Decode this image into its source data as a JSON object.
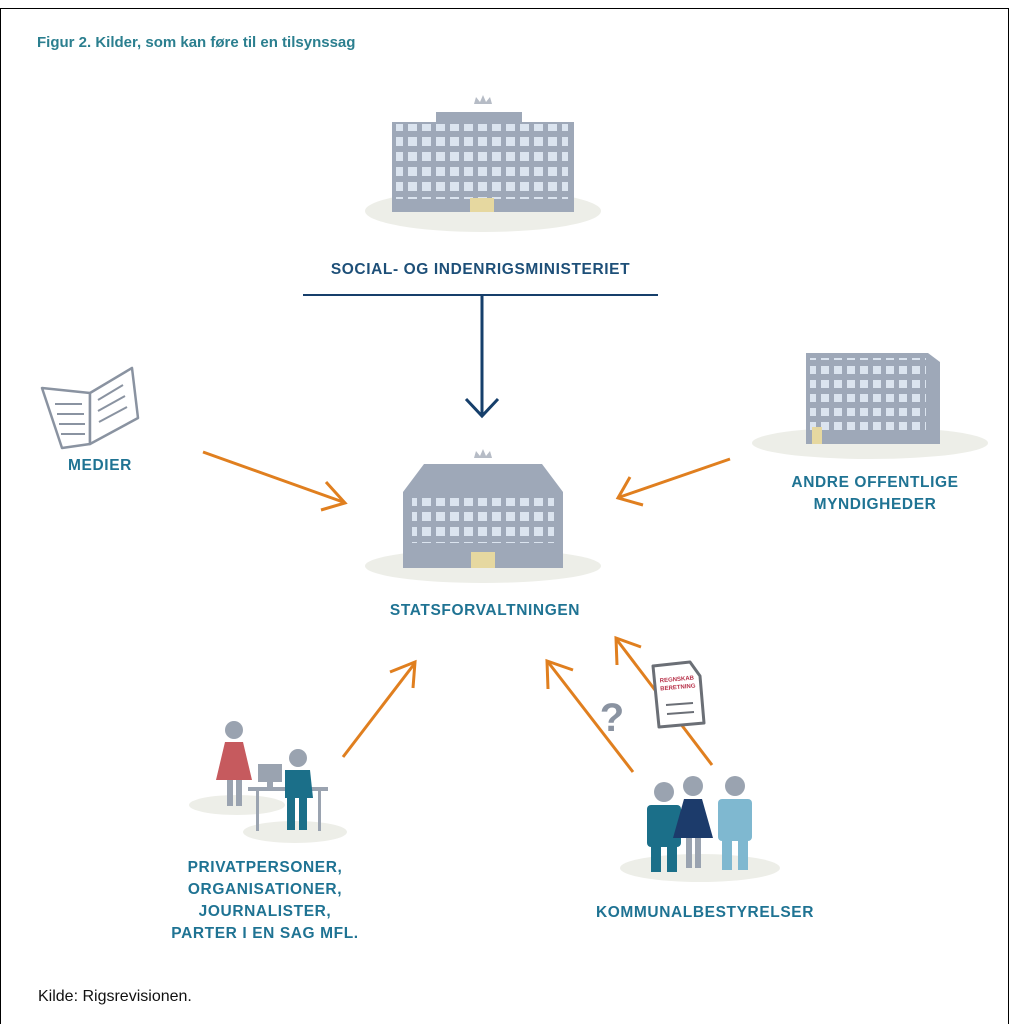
{
  "figure": {
    "title": "Figur 2. Kilder, som kan føre til en tilsynssag",
    "source": "Kilde:  Rigsrevisionen."
  },
  "nodes": {
    "ministry": {
      "label": "SOCIAL- OG INDENRIGSMINISTERIET",
      "icon": "ministry-building-icon"
    },
    "statsforvaltningen": {
      "label": "STATSFORVALTNINGEN",
      "icon": "crowned-building-icon"
    },
    "medier": {
      "label": "MEDIER",
      "icon": "open-book-icon"
    },
    "andre": {
      "line1": "ANDRE OFFENTLIGE",
      "line2": "MYNDIGHEDER",
      "icon": "office-building-icon"
    },
    "private": {
      "line1": "PRIVATPERSONER,",
      "line2": "ORGANISATIONER,",
      "line3": "JOURNALISTER,",
      "line4": "PARTER I EN SAG MFL.",
      "icon": "people-desk-icon"
    },
    "kommunal": {
      "label": "KOMMUNALBESTYRELSER",
      "icon": "group-of-people-icon"
    }
  },
  "document": {
    "line1": "REGNSKAB",
    "line2": "BERETNING"
  },
  "question_mark": "?",
  "colors": {
    "orange_arrow": "#e07f1f",
    "navy_arrow": "#163f6b",
    "teal_text": "#1f7393",
    "building": "#9ea8b8",
    "window": "#dbe4ef",
    "door": "#e6d8a0",
    "ground": "#edeee8"
  }
}
